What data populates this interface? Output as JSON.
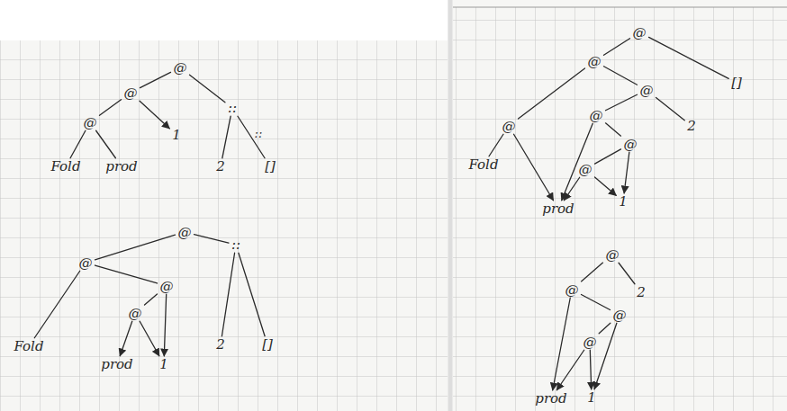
{
  "diagram": {
    "nodes": [
      {
        "text": [
          "@"
        ]
      },
      {
        "text": [
          "@"
        ]
      },
      {
        "text": [
          "@"
        ]
      },
      {
        "text": [
          "Fold"
        ]
      },
      {
        "text": [
          "prod"
        ]
      },
      {
        "text": [
          "1"
        ]
      },
      {
        "text": [
          "::"
        ]
      },
      {
        "text": [
          "2"
        ]
      },
      {
        "text": [
          "[]"
        ]
      },
      {
        "text": [
          "@"
        ]
      },
      {
        "text": [
          "@"
        ]
      },
      {
        "text": [
          "@"
        ]
      },
      {
        "text": [
          "@"
        ]
      },
      {
        "text": [
          "Fold"
        ]
      },
      {
        "text": [
          "prod"
        ]
      },
      {
        "text": [
          "1"
        ]
      },
      {
        "text": [
          "::"
        ]
      },
      {
        "text": [
          "2"
        ]
      },
      {
        "text": [
          "[]"
        ]
      },
      {
        "text": [
          "@"
        ]
      },
      {
        "text": [
          "@"
        ]
      },
      {
        "text": [
          "[]"
        ]
      },
      {
        "text": [
          "@"
        ]
      },
      {
        "text": [
          "@"
        ]
      },
      {
        "text": [
          "Fold"
        ]
      },
      {
        "text": [
          "prod"
        ]
      },
      {
        "text": [
          "2"
        ]
      },
      {
        "text": [
          "@"
        ]
      },
      {
        "text": [
          "@"
        ]
      },
      {
        "text": [
          "@"
        ]
      },
      {
        "text": [
          "1"
        ]
      },
      {
        "text": [
          "@"
        ]
      },
      {
        "text": [
          "@"
        ]
      },
      {
        "text": [
          "2"
        ]
      },
      {
        "text": [
          "@"
        ]
      },
      {
        "text": [
          "@"
        ]
      },
      {
        "text": [
          "prod"
        ]
      },
      {
        "text": [
          "1"
        ]
      }
    ],
    "edges": [
      {
        "from": 0,
        "to": 1,
        "arrow": "none"
      },
      {
        "from": 0,
        "to": 6,
        "arrow": "none"
      },
      {
        "from": 1,
        "to": 2,
        "arrow": "none"
      },
      {
        "from": 1,
        "to": 5,
        "arrow": "to"
      },
      {
        "from": 2,
        "to": 3,
        "arrow": "none"
      },
      {
        "from": 2,
        "to": 4,
        "arrow": "none"
      },
      {
        "from": 6,
        "to": 7,
        "arrow": "none"
      },
      {
        "from": 6,
        "to": 8,
        "arrow": "none"
      },
      {
        "from": 9,
        "to": 10,
        "arrow": "none"
      },
      {
        "from": 9,
        "to": 16,
        "arrow": "none"
      },
      {
        "from": 10,
        "to": 13,
        "arrow": "none"
      },
      {
        "from": 10,
        "to": 11,
        "arrow": "none"
      },
      {
        "from": 11,
        "to": 12,
        "arrow": "none"
      },
      {
        "from": 11,
        "to": 15,
        "arrow": "to"
      },
      {
        "from": 12,
        "to": 14,
        "arrow": "to"
      },
      {
        "from": 12,
        "to": 15,
        "arrow": "to"
      },
      {
        "from": 16,
        "to": 17,
        "arrow": "none"
      },
      {
        "from": 16,
        "to": 18,
        "arrow": "none"
      },
      {
        "from": 19,
        "to": 20,
        "arrow": "none"
      },
      {
        "from": 19,
        "to": 21,
        "arrow": "none"
      },
      {
        "from": 20,
        "to": 22,
        "arrow": "none"
      },
      {
        "from": 20,
        "to": 23,
        "arrow": "none"
      },
      {
        "from": 22,
        "to": 24,
        "arrow": "none"
      },
      {
        "from": 22,
        "to": 25,
        "arrow": "to"
      },
      {
        "from": 23,
        "to": 27,
        "arrow": "none"
      },
      {
        "from": 23,
        "to": 26,
        "arrow": "none"
      },
      {
        "from": 27,
        "to": 25,
        "arrow": "to"
      },
      {
        "from": 27,
        "to": 28,
        "arrow": "none"
      },
      {
        "from": 28,
        "to": 29,
        "arrow": "none"
      },
      {
        "from": 28,
        "to": 30,
        "arrow": "to"
      },
      {
        "from": 29,
        "to": 25,
        "arrow": "to"
      },
      {
        "from": 29,
        "to": 30,
        "arrow": "to"
      },
      {
        "from": 31,
        "to": 32,
        "arrow": "none"
      },
      {
        "from": 31,
        "to": 33,
        "arrow": "none"
      },
      {
        "from": 32,
        "to": 36,
        "arrow": "to"
      },
      {
        "from": 32,
        "to": 34,
        "arrow": "none"
      },
      {
        "from": 34,
        "to": 35,
        "arrow": "none"
      },
      {
        "from": 34,
        "to": 37,
        "arrow": "to"
      },
      {
        "from": 35,
        "to": 36,
        "arrow": "to"
      },
      {
        "from": 35,
        "to": 37,
        "arrow": "to"
      }
    ],
    "labels": [
      "::"
    ]
  }
}
